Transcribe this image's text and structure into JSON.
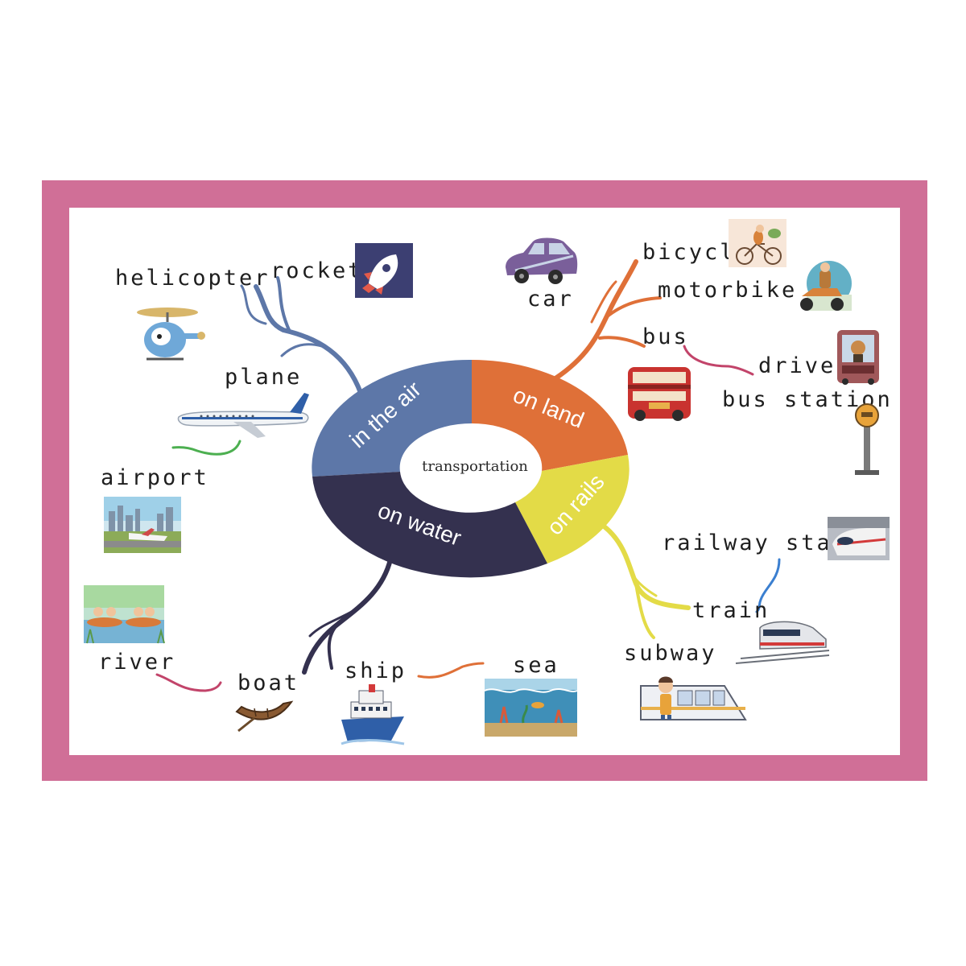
{
  "center": "transportation",
  "segments": {
    "air": {
      "label": "in the air",
      "color": "#5d77a8"
    },
    "land": {
      "label": "on land",
      "color": "#df7038"
    },
    "rails": {
      "label": "on rails",
      "color": "#e3db47"
    },
    "water": {
      "label": "on water",
      "color": "#34314f"
    }
  },
  "words": {
    "helicopter": "helicopter",
    "rocket": "rocket",
    "plane": "plane",
    "airport": "airport",
    "car": "car",
    "bicycle": "bicycl",
    "motorbike": "motorbike",
    "bus": "bus",
    "driver": "driver",
    "bus_station": "bus station",
    "railway_station": "railway stati",
    "train": "train",
    "subway": "subway",
    "river": "river",
    "boat": "boat",
    "ship": "ship",
    "sea": "sea"
  },
  "colors": {
    "frame": "#d06f97",
    "air_branch": "#5d77a8",
    "land_branch": "#df7038",
    "rails_branch": "#e3db47",
    "water_branch": "#34314f",
    "airport_branch": "#4caf50",
    "bus_branch": "#c2446a",
    "railway_branch": "#3b7fd0",
    "river_branch": "#c2446a",
    "sea_branch": "#df7038"
  },
  "icons": [
    "rocket-picture",
    "helicopter-picture",
    "plane-picture",
    "airport-picture",
    "car-picture",
    "bicycle-picture",
    "motorbike-picture",
    "bus-picture",
    "driver-picture",
    "bus-stop-picture",
    "railway-station-picture",
    "train-picture",
    "subway-picture",
    "river-picture",
    "boat-picture",
    "ship-picture",
    "sea-picture"
  ]
}
